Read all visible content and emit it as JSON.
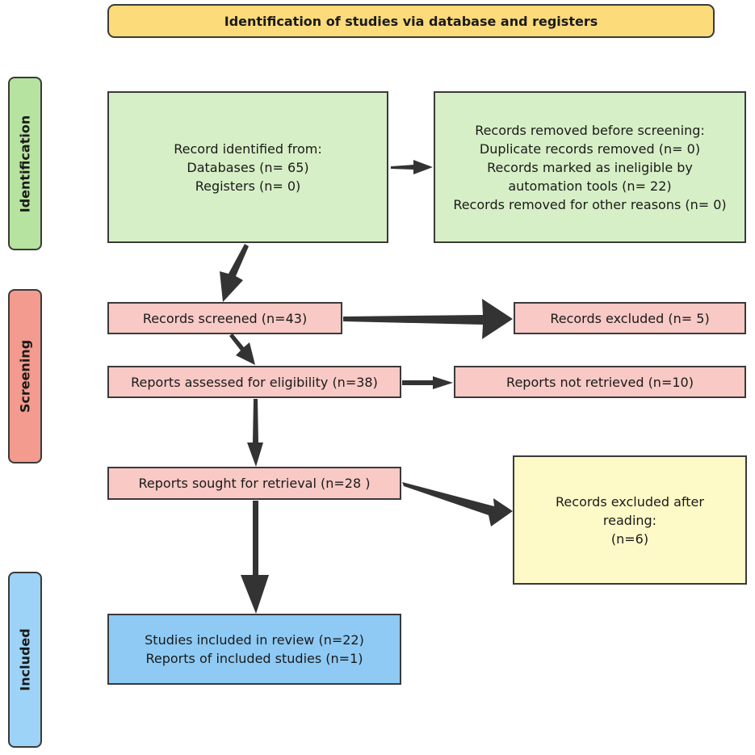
{
  "header": {
    "title": "Identification of studies via database and registers"
  },
  "stages": {
    "identification": "Identification",
    "screening": "Screening",
    "included": "Included"
  },
  "boxes": {
    "identified": {
      "lines": [
        "Record identified from:",
        "Databases (n= 65)",
        "Registers (n= 0)"
      ]
    },
    "removed": {
      "lines": [
        "Records removed before screening:",
        "Duplicate records removed (n= 0)",
        "Records marked as ineligible by",
        "automation tools (n= 22)",
        "Records removed for other reasons (n= 0)"
      ]
    },
    "screened": {
      "lines": [
        "Records screened (n=43)"
      ]
    },
    "excluded": {
      "lines": [
        "Records excluded (n= 5)"
      ]
    },
    "assessed": {
      "lines": [
        "Reports assessed for eligibility (n=38)"
      ]
    },
    "not_retrieved": {
      "lines": [
        "Reports not retrieved (n=10)"
      ]
    },
    "sought": {
      "lines": [
        "Reports sought for retrieval (n=28 )"
      ]
    },
    "excluded_reading": {
      "lines": [
        "Records excluded after",
        "reading:",
        "(n=6)"
      ]
    },
    "included": {
      "lines": [
        "Studies included in review (n=22)",
        "Reports of included studies (n=1)"
      ]
    }
  },
  "colors": {
    "header": "#fbdb7a",
    "identification": "#d7efc6",
    "screening": "#f8c9c5",
    "excluded_reading": "#fdfac7",
    "included": "#8ecaf4",
    "arrow": "#333333"
  }
}
